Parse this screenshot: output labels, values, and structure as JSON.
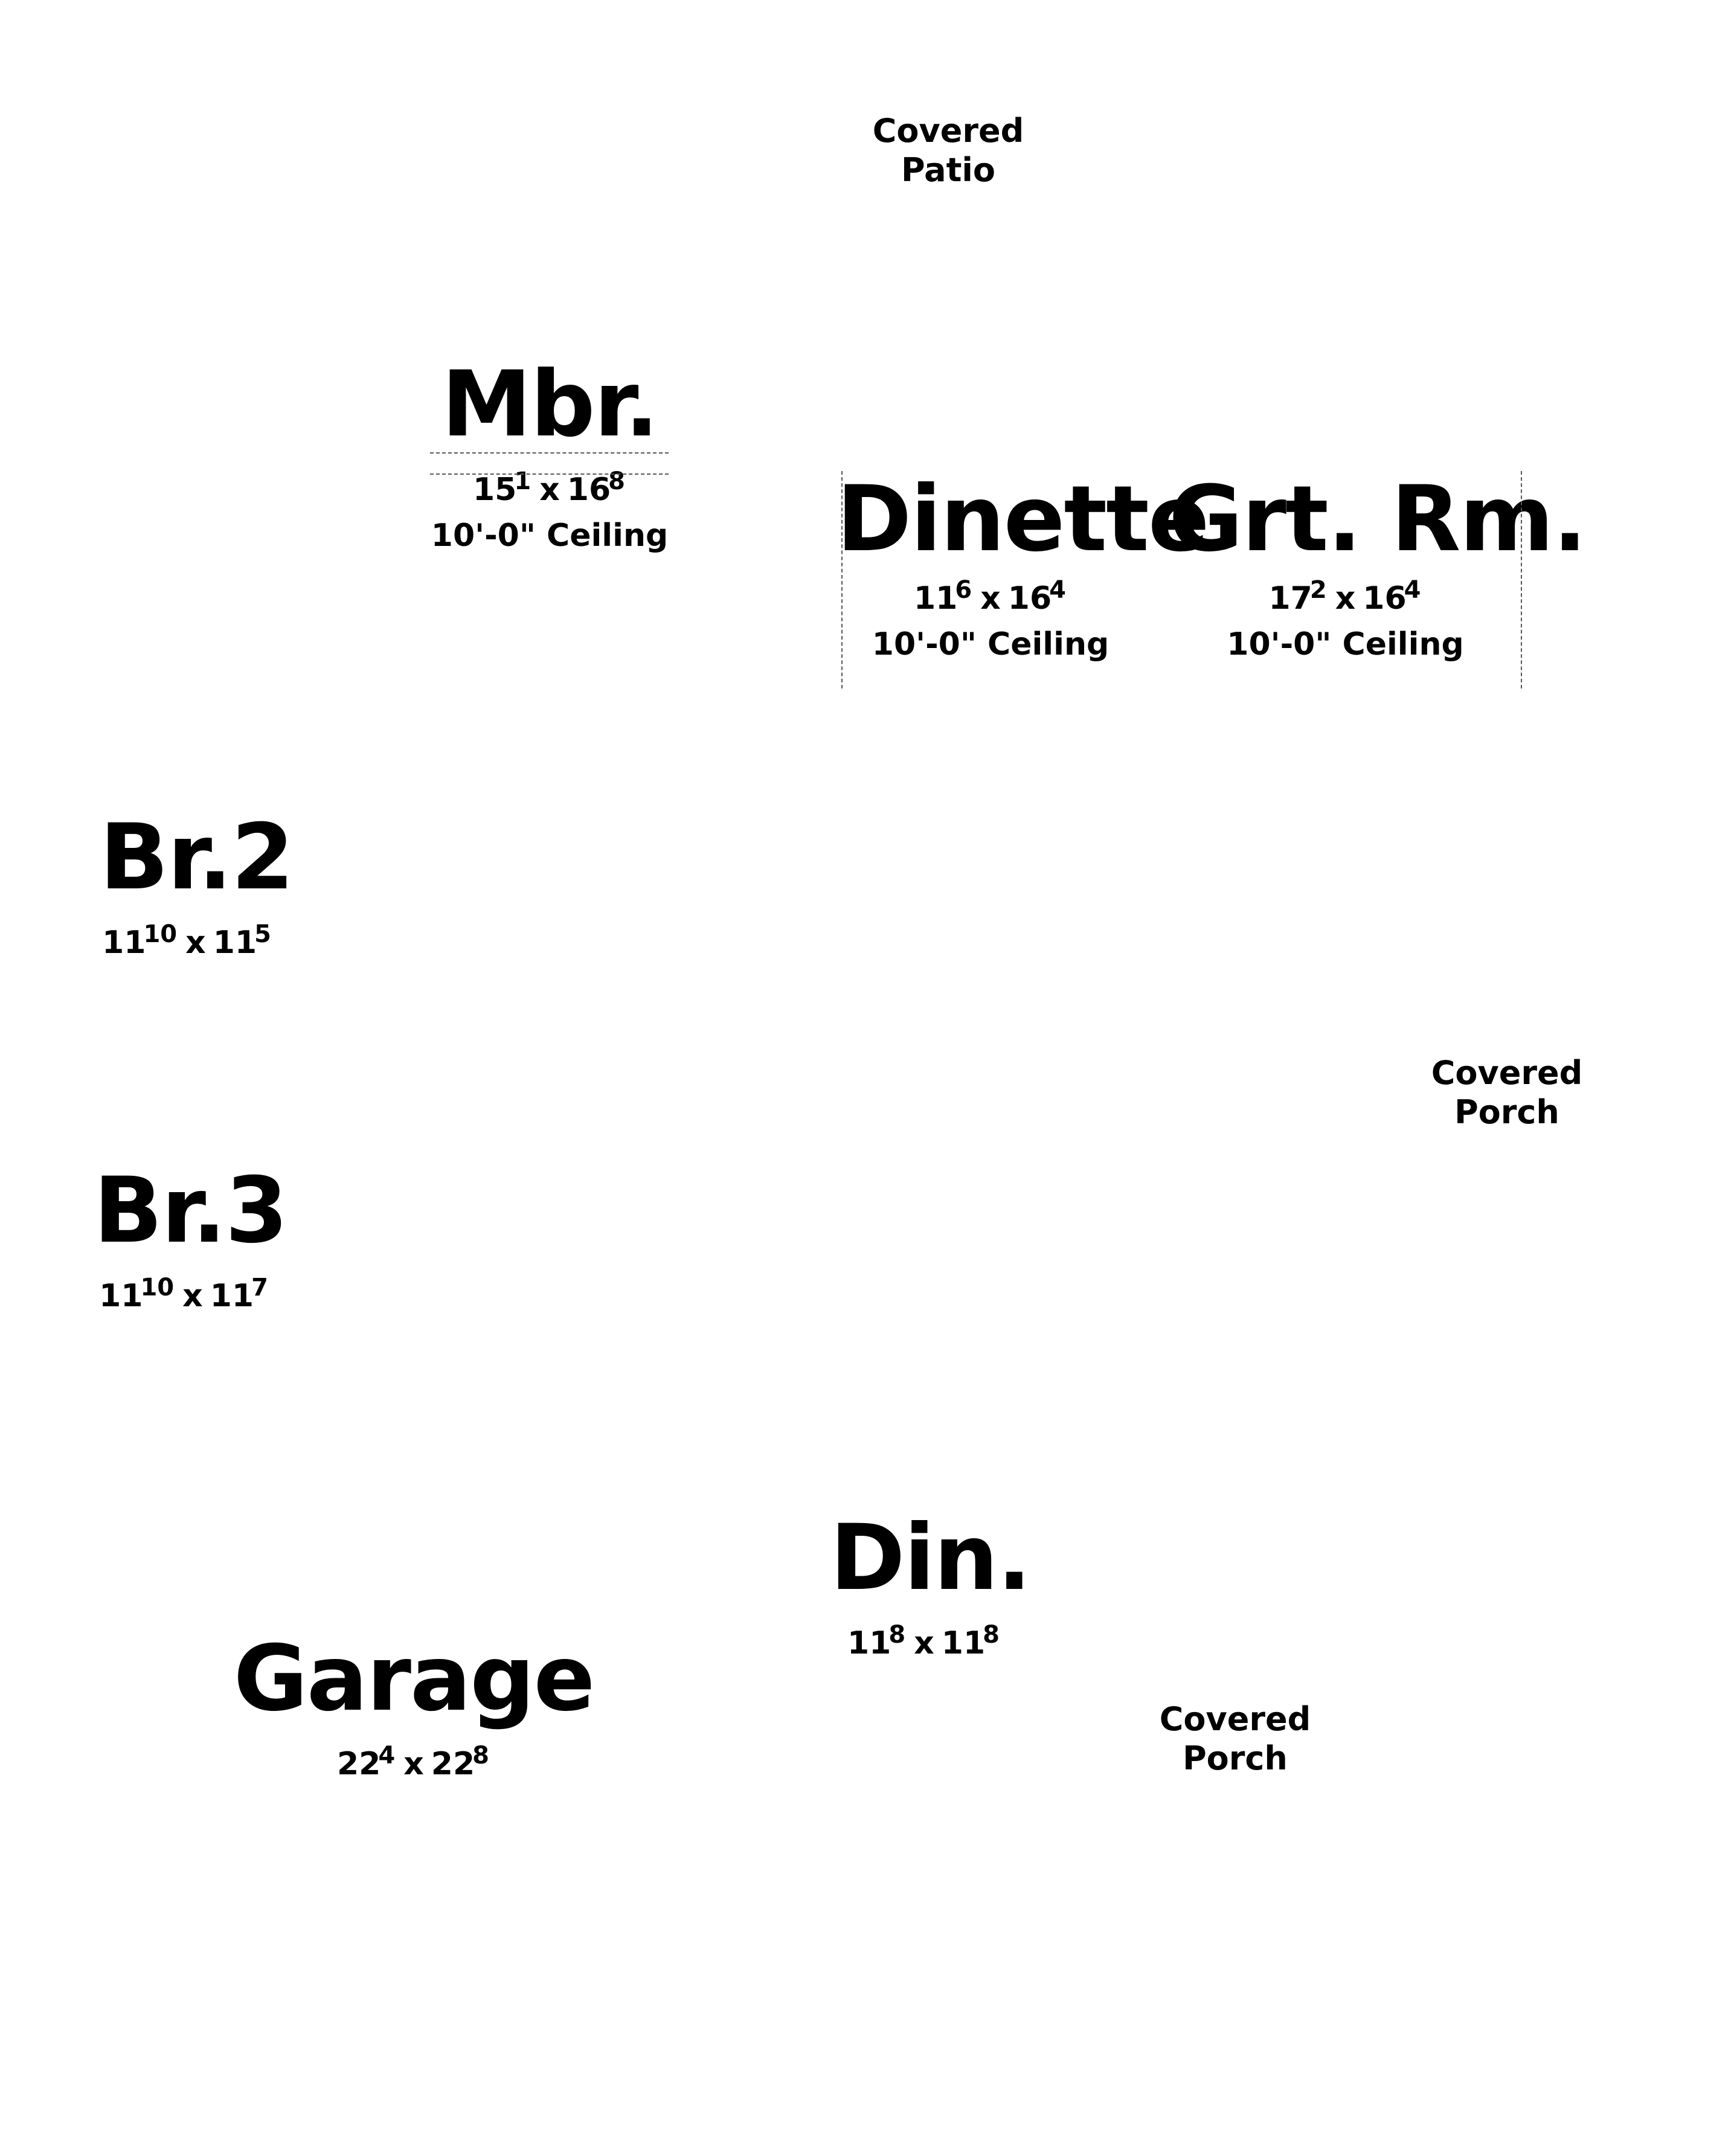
{
  "labels": {
    "covered_patio": {
      "line1": "Covered",
      "line2": "Patio"
    },
    "covered_porch_right": {
      "line1": "Covered",
      "line2": "Porch"
    },
    "covered_porch_bottom": {
      "line1": "Covered",
      "line2": "Porch"
    }
  },
  "rooms": {
    "mbr": {
      "name": "Mbr.",
      "w": "15",
      "w_in": "1",
      "d": "16",
      "d_in": "8",
      "ceiling": "10'-0\" Ceiling"
    },
    "dinette": {
      "name": "Dinette",
      "w": "11",
      "w_in": "6",
      "d": "16",
      "d_in": "4",
      "ceiling": "10'-0\" Ceiling"
    },
    "grt_rm": {
      "name": "Grt. Rm.",
      "w": "17",
      "w_in": "2",
      "d": "16",
      "d_in": "4",
      "ceiling": "10'-0\" Ceiling"
    },
    "br2": {
      "name": "Br.2",
      "w": "11",
      "w_in": "10",
      "d": "11",
      "d_in": "5"
    },
    "br3": {
      "name": "Br.3",
      "w": "11",
      "w_in": "10",
      "d": "11",
      "d_in": "7"
    },
    "din": {
      "name": "Din.",
      "w": "11",
      "w_in": "8",
      "d": "11",
      "d_in": "8"
    },
    "garage": {
      "name": "Garage",
      "w": "22",
      "w_in": "4",
      "d": "22",
      "d_in": "8"
    }
  },
  "separator": "x"
}
